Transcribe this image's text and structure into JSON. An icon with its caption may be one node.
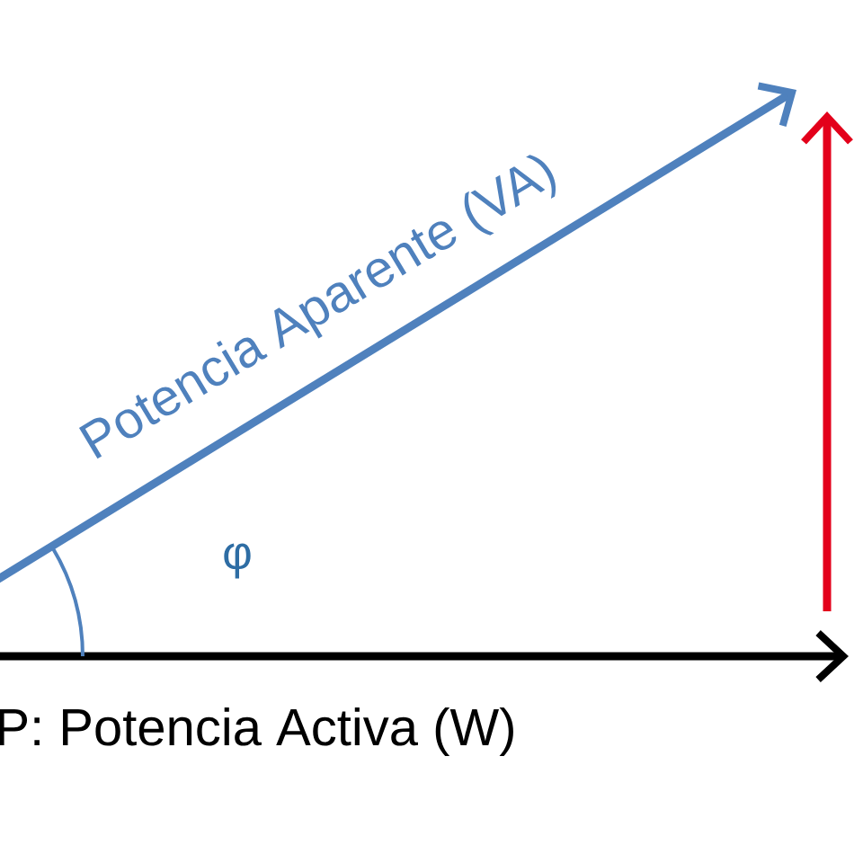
{
  "diagram": {
    "labels": [
      "Potencia Aparente (VA)",
      "φ",
      "P: Potencia Activa (W)"
    ]
  }
}
